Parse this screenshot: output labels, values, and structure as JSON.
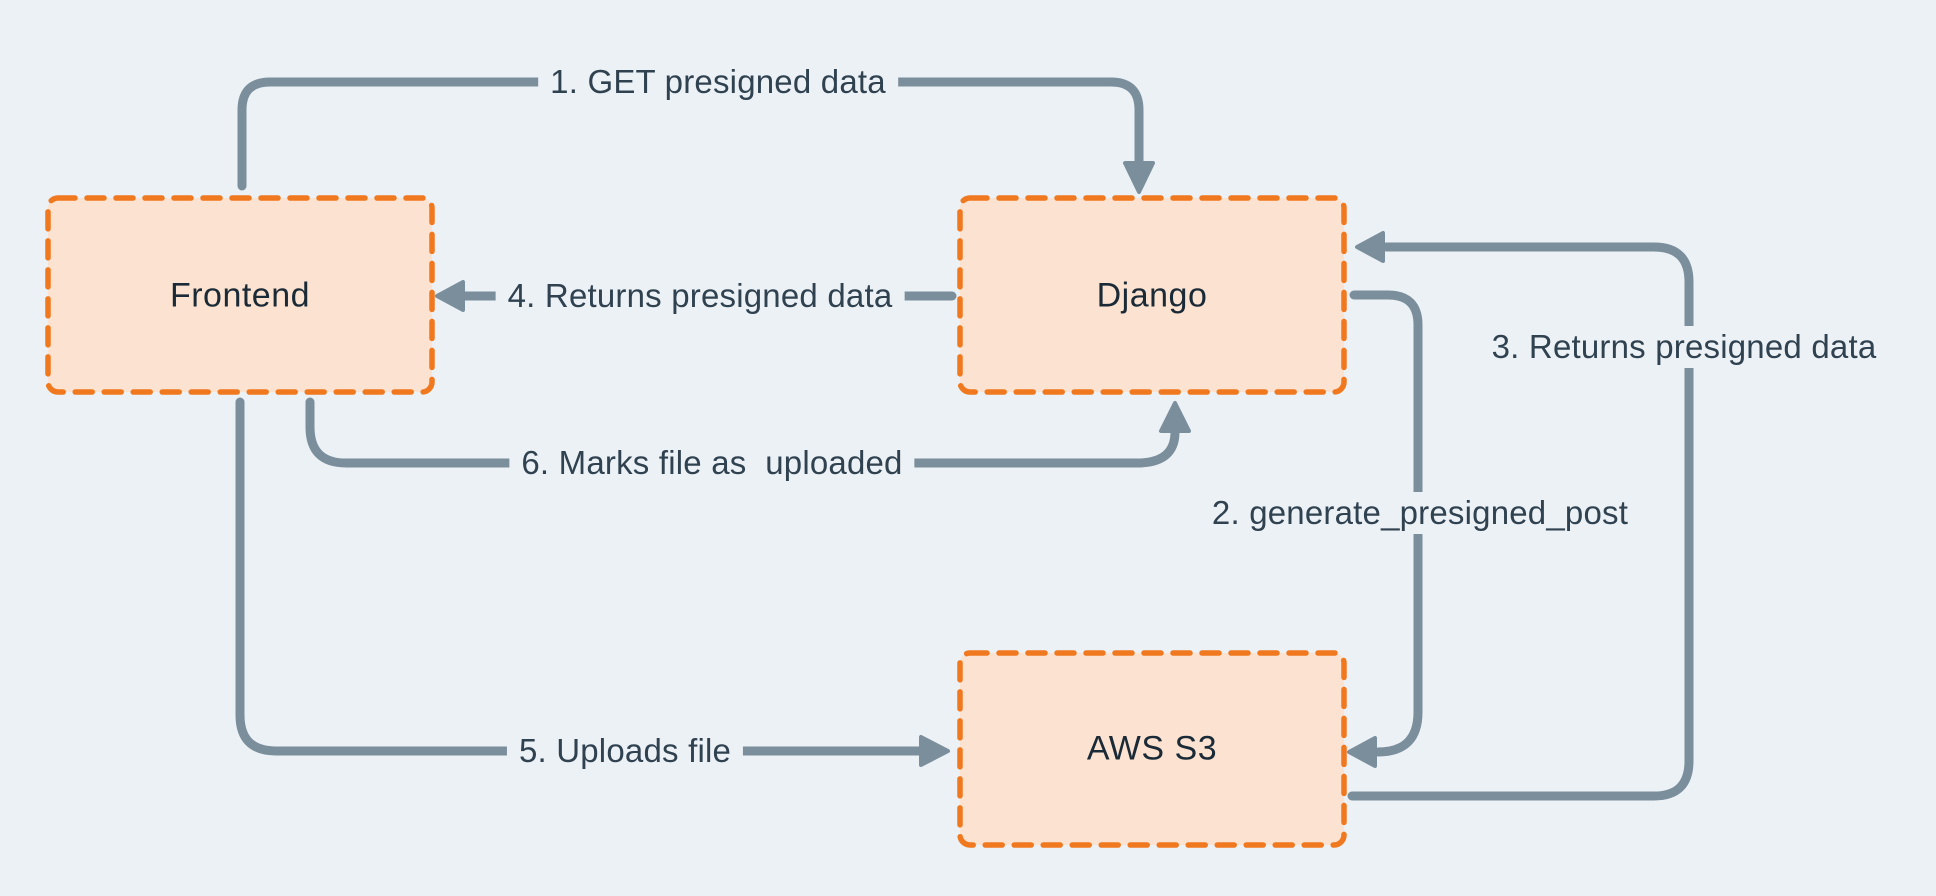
{
  "colors": {
    "background": "#ecf1f6",
    "node_fill": "#fce3d1",
    "node_border": "#f0791f",
    "arrow": "#7b8e9c",
    "edge_label_text": "#304250",
    "node_label_text": "#1b2a37"
  },
  "nodes": [
    {
      "id": "frontend",
      "label": "Frontend"
    },
    {
      "id": "django",
      "label": "Django"
    },
    {
      "id": "aws-s3",
      "label": "AWS S3"
    }
  ],
  "edges": [
    {
      "id": "1",
      "label": "1. GET presigned data",
      "from": "frontend",
      "to": "django"
    },
    {
      "id": "2",
      "label": "2. generate_presigned_post",
      "from": "django",
      "to": "aws-s3"
    },
    {
      "id": "3",
      "label": "3. Returns presigned data",
      "from": "aws-s3",
      "to": "django"
    },
    {
      "id": "4",
      "label": "4. Returns presigned data",
      "from": "django",
      "to": "frontend"
    },
    {
      "id": "5",
      "label": "5. Uploads file",
      "from": "frontend",
      "to": "aws-s3"
    },
    {
      "id": "6",
      "label": "6. Marks file as  uploaded",
      "from": "frontend",
      "to": "django"
    }
  ]
}
